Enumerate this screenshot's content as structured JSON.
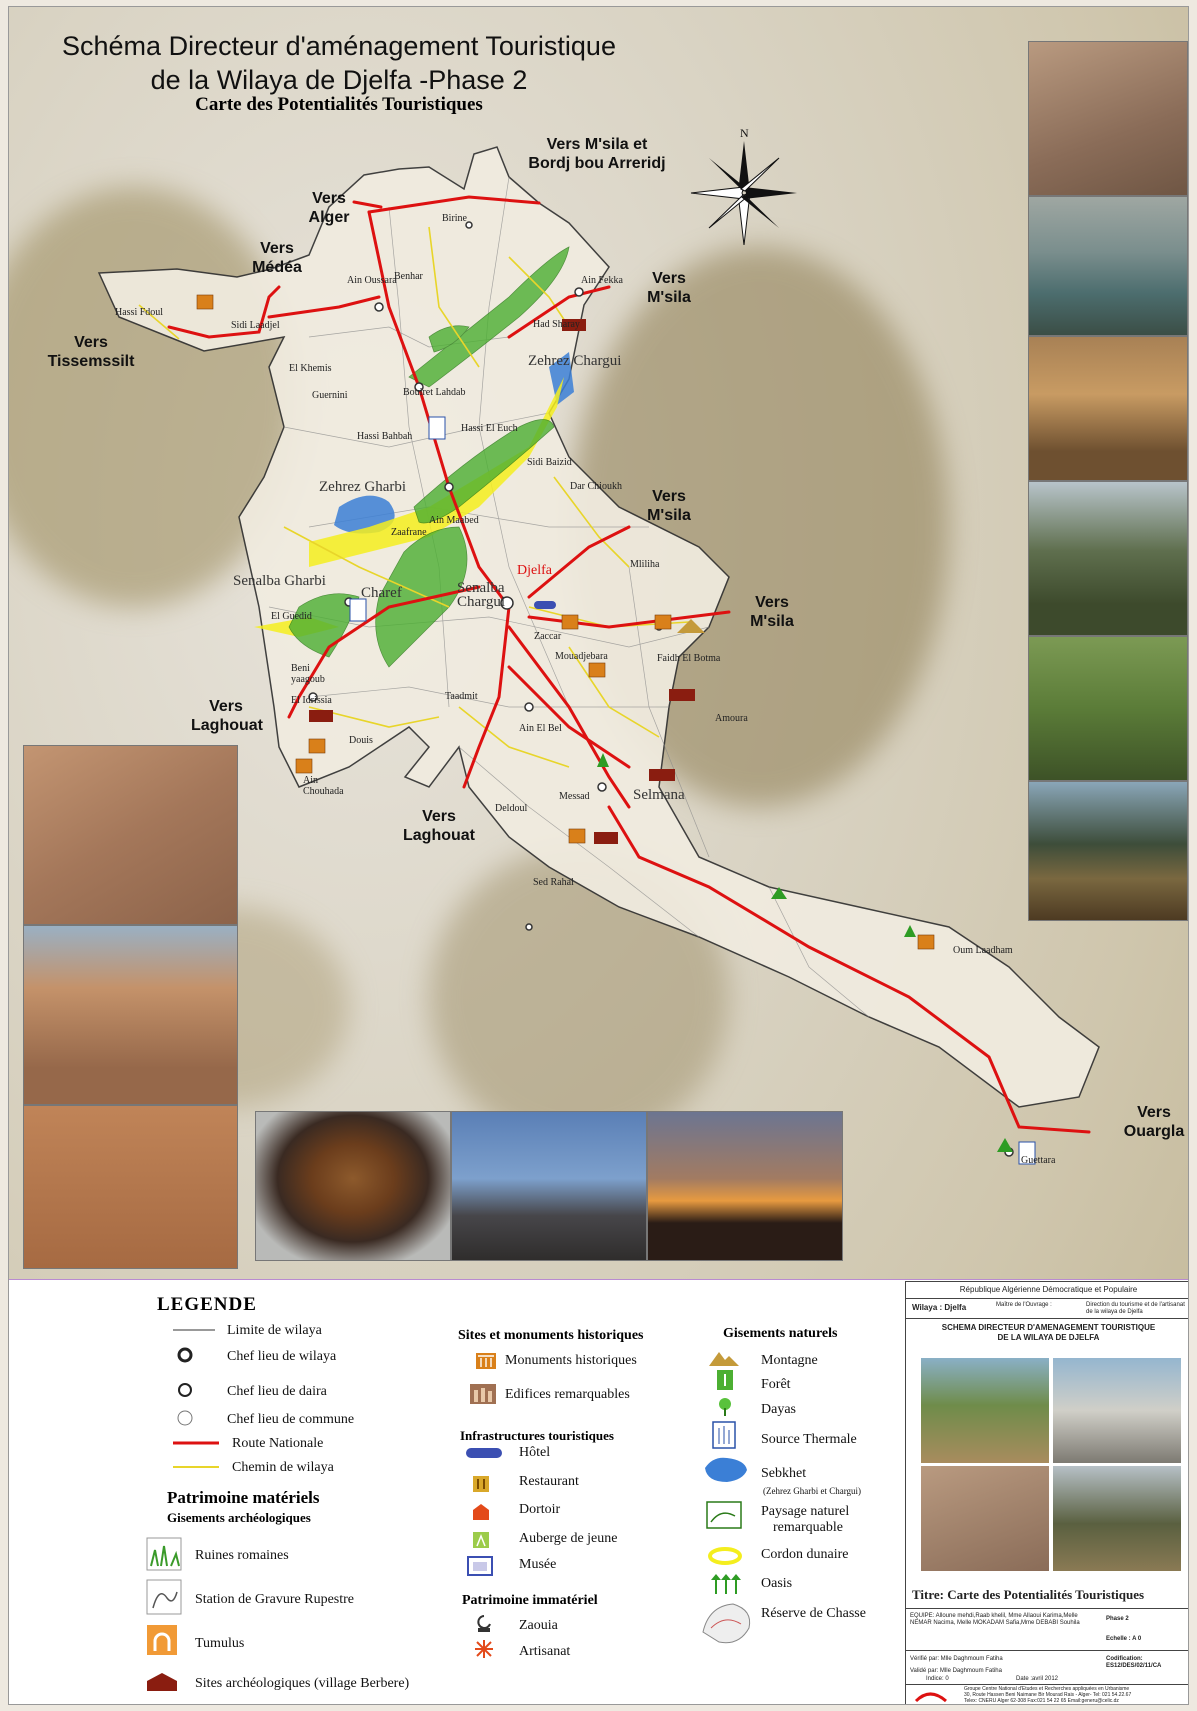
{
  "title": {
    "line1": "Schéma Directeur d'aménagement Touristique",
    "line2": "de la Wilaya de Djelfa -Phase 2",
    "subtitle": "Carte des Potentialités Touristiques"
  },
  "north": "N",
  "destinations": {
    "msila_bba": "Vers M'sila et Bordj bou Arreridj",
    "alger": "Vers Alger",
    "medea": "Vers Médéa",
    "tissemssilt": "Vers Tissemssilt",
    "msila1": "Vers M'sila",
    "msila2": "Vers M'sila",
    "msila3": "Vers M'sila",
    "laghouat1": "Vers Laghouat",
    "laghouat2": "Vers Laghouat",
    "ouargla": "Vers Ouargla"
  },
  "towns": {
    "hassi_fdoul": "Hassi Fdoul",
    "sidi_laadjel": "Sidi Laadjel",
    "birine": "Birine",
    "benhar": "Benhar",
    "ain_oussara": "Ain Oussara",
    "el_khemis": "El Khemis",
    "guernini": "Guernini",
    "ain_fekka": "Ain Fekka",
    "had_sharay": "Had Sharay",
    "zehrez_chargui": "Zehrez Chargui",
    "bouiret_lahdab": "Bouiret Lahdab",
    "hassi_bahbah": "Hassi Bahbah",
    "hassi_el_euch": "Hassi El Euch",
    "zehrez_gharbi": "Zehrez Gharbi",
    "ain_maabed": "Ain Maabed",
    "sidi_baizid": "Sidi Baizid",
    "dar_chioukh": "Dar Chioukh",
    "zaafrane": "Zaafrane",
    "senalba_gharbi": "Senalba Gharbi",
    "charef": "Charef",
    "el_guedid": "El Guedid",
    "senalba_chargui": "Senalba Chargui",
    "djelfa": "Djelfa",
    "mliliha": "Mliliha",
    "zaccar": "Zaccar",
    "mouadjebara": "Mouadjebara",
    "faidh_el_botma": "Faidh El Botma",
    "beni_yaagoub": "Beni yaagoub",
    "taadmit": "Taadmit",
    "el_idrissia": "El Idrissia",
    "douis": "Douis",
    "ain_chouhada": "Ain Chouhada",
    "amoura": "Amoura",
    "ain_el_bel": "Ain El Bel",
    "messad": "Messad",
    "selmana": "Selmana",
    "deldoul": "Deldoul",
    "sed_rahal": "Sed Rahal",
    "oum_laadham": "Oum Laadham",
    "guettara": "Guettara"
  },
  "legend": {
    "title": "LEGENDE",
    "col1": [
      "Limite de wilaya",
      "Chef lieu de wilaya",
      "Chef lieu de daira",
      "Chef lieu de commune",
      "Route Nationale",
      "Chemin de wilaya"
    ],
    "patrimoine_materiel": "Patrimoine matériels",
    "gisements_archeo": "Gisements archéologiques",
    "archeo_items": [
      "Ruines romaines",
      "Station de Gravure Rupestre",
      "Tumulus",
      "Sites archéologiques (village Berbere)"
    ],
    "sites_header": "Sites et monuments historiques",
    "sites_items": [
      "Monuments historiques",
      "Edifices remarquables"
    ],
    "infra_header": "Infrastructures touristiques",
    "infra_items": [
      "Hôtel",
      "Restaurant",
      "Dortoir",
      "Auberge de jeune",
      "Musée"
    ],
    "immateriel_header": "Patrimoine immatériel",
    "immateriel_items": [
      "Zaouia",
      "Artisanat"
    ],
    "naturels_header": "Gisements naturels",
    "naturels_items": [
      "Montagne",
      "Forêt",
      "Dayas",
      "Source Thermale",
      "Sebkhet",
      "(Zehrez Gharbi et Chargui)",
      "Paysage naturel",
      "remarquable",
      "Cordon dunaire",
      "Oasis",
      "Réserve de Chasse"
    ]
  },
  "cartouche": {
    "republique": "République Algérienne Démocratique et Populaire",
    "wilaya": "Wilaya : Djelfa",
    "maitre": "Maître de l'Ouvrage :",
    "direction": "Direction du tourisme et de l'artisanat de la wilaya de Djelfa",
    "schema1": "SCHEMA DIRECTEUR D'AMENAGEMENT TOURISTIQUE",
    "schema2": "DE LA WILAYA DE DJELFA",
    "titre": "Titre:  Carte des Potentialités Touristiques",
    "equipe": "EQUIPE: Alloune mehdi,Raab khelil, Mme Allaoui Karima,Melle NEMAR Nacima, Melle MOKADAM Safia,Mme DEBABI Souhila",
    "phase": "Phase 2",
    "echelle": "Echelle : A 0",
    "verifie": "Vérifié par:  Mlle Daghmoum Fatiha",
    "codification": "Codification: ES12/DES/02/11/CA",
    "valide": "Validé par:  Mlle Daghmoum Fatiha",
    "indice": "Indice: 0",
    "date": "Date :avril 2012",
    "groupe": "Groupe Centre National d'Etudes et Recherches appliquées en Urbanisme",
    "adresse": "30, Route Hassen Beni Naimane Bir Mourad Rais - Alger-   Tel: 021 54.22.67",
    "telex": "Telex: CNERU Alger 62-308     Fax:021 54 22 65     Email:generu@celic.dz"
  },
  "colors": {
    "road_national": "#dd1111",
    "road_wilaya": "#e8d52a",
    "forest": "#4caf32",
    "sebkhet": "#3b7fd6",
    "dune": "#f4ee1e",
    "monument": "#d9801a",
    "village": "#8a1d10"
  }
}
